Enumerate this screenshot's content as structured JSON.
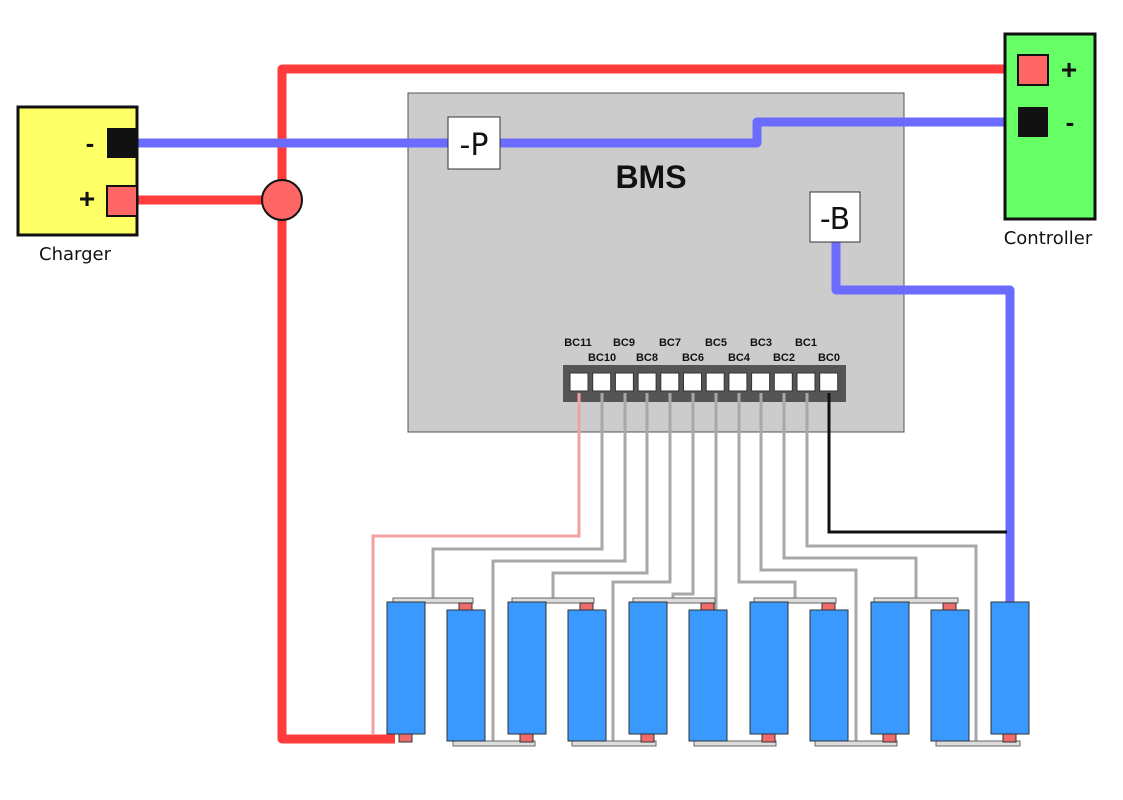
{
  "charger": {
    "label": "Charger",
    "minus_sign": "-",
    "plus_sign": "+",
    "color": "#ffff66"
  },
  "controller": {
    "label": "Controller",
    "plus_sign": "+",
    "minus_sign": "-",
    "color": "#66ff66"
  },
  "bms": {
    "title": "BMS",
    "p_terminal": "-P",
    "b_terminal": "-B",
    "color": "#cccccc"
  },
  "balance_connector": {
    "top_labels": [
      "BC11",
      "BC9",
      "BC7",
      "BC5",
      "BC3",
      "BC1"
    ],
    "bottom_labels": [
      "BC10",
      "BC8",
      "BC6",
      "BC4",
      "BC2",
      "BC0"
    ],
    "pin_count": 12
  },
  "battery": {
    "cell_count": 11
  },
  "colors": {
    "positive_wire": "#ff3b3b",
    "negative_wire": "#6b6bff",
    "balance_wire": "#a8a8a8",
    "cell": "#3a99ff"
  }
}
